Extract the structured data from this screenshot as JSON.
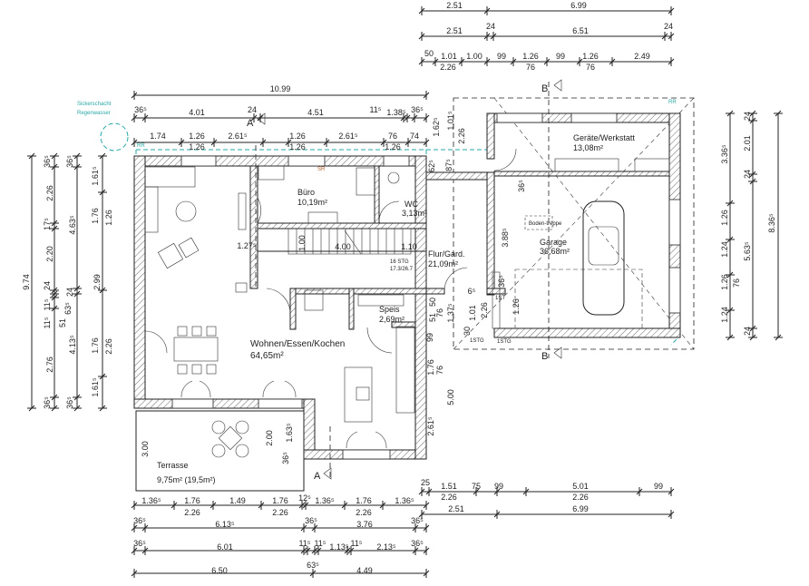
{
  "title": "Grundriss Erdgeschoss",
  "colors": {
    "lines": "#222222",
    "drainage": "#2aa7a7",
    "hatch": "#444444"
  },
  "rooms": {
    "buero": {
      "name": "Büro",
      "area": "10,19m²"
    },
    "wc": {
      "name": "WC",
      "area": "3,13m²"
    },
    "flur": {
      "name": "Flur/Gard.",
      "area": "21,09m²"
    },
    "speis": {
      "name": "Speis",
      "area": "2,69m²"
    },
    "wohnen": {
      "name": "Wohnen/Essen/Kochen",
      "area": "64,65m²"
    },
    "terrasse": {
      "name": "Terrasse",
      "area": "9,75m² (19,5m²)"
    },
    "werkstatt": {
      "name": "Geräte/Werkstatt",
      "area": "13,08m²"
    },
    "garage": {
      "name": "Garage",
      "area": "36,68m²"
    }
  },
  "annotations": {
    "sickerschacht": "Sickerschacht",
    "regenwasser": "Regenwasser",
    "stairs_count": "16 STG",
    "stairs_ratio": "17.3/26.7",
    "bodentreppe": "Boden-treppe",
    "section_a": "A",
    "section_b": "B",
    "rr": "RR",
    "sr": "SR",
    "step1": "1STG",
    "step2": "1STG",
    "step3": "1ST"
  },
  "dims_top_right": {
    "row1": [
      "2.51",
      "6.99"
    ],
    "row2": [
      "2.51",
      "24",
      "6.51",
      "24"
    ],
    "row3": [
      "50",
      "1.01",
      "1.00",
      "99",
      "1.26",
      "99",
      "1.26",
      "2.49"
    ],
    "row3_sub": [
      "2.26",
      "76",
      "76"
    ]
  },
  "dims_top_left": {
    "total": "10.99",
    "row2": [
      "36⁵",
      "4.01",
      "24",
      "4.51",
      "11⁵",
      "1.38⁵",
      "36⁵"
    ],
    "row3": [
      "1.74",
      "1.26",
      "2.61⁵",
      "1.26",
      "2.61⁵",
      "76",
      "74"
    ],
    "row3_sub": [
      "1.26",
      "1.26",
      "1.26"
    ]
  },
  "dims_left": {
    "total": "9.74",
    "col2": [
      "36⁵",
      "2.26",
      "17⁵",
      "2.20",
      "24",
      "11⁵",
      "11⁵",
      "51",
      "2.76",
      "36⁵"
    ],
    "col3": [
      "36⁵",
      "4.63⁵",
      "24",
      "63⁵",
      "4.13⁵",
      "36⁵"
    ],
    "col4": [
      "1.61⁵",
      "1.76",
      "2.99",
      "1.76",
      "1.61⁵"
    ],
    "col4_sub": [
      "1.26",
      "2.26"
    ]
  },
  "dims_right": {
    "col1": [
      "3.36⁵",
      "1.26",
      "1.24",
      "1.26",
      "1.24"
    ],
    "col2": [
      "24",
      "2.01",
      "24",
      "5.63⁵",
      "76",
      "24"
    ],
    "total": "8.36⁵"
  },
  "dims_bottom_left": {
    "row1": [
      "1.36⁵",
      "1.76",
      "1.49",
      "1.76",
      "12⁵",
      "1.36⁵",
      "1.76",
      "1.36⁵"
    ],
    "row1_sub": [
      "2.26",
      "2.26",
      "2.26"
    ],
    "row2": [
      "36⁵",
      "6.13⁵",
      "36⁵",
      "3.76",
      "36⁵"
    ],
    "row3": [
      "36⁵",
      "6.01",
      "11⁵",
      "11⁵",
      "1.13⁵",
      "11⁵",
      "2.13⁵",
      "36⁵"
    ],
    "row4": [
      "6.50",
      "63⁵",
      "4.49"
    ]
  },
  "dims_bottom_right": {
    "row1": [
      "25",
      "1.51",
      "75",
      "99",
      "5.01",
      "99"
    ],
    "row1_sub": [
      "2.26",
      "2.26"
    ],
    "row2": [
      "2.51",
      "6.99"
    ]
  },
  "dims_interior": {
    "stair_a": "1.27⁵",
    "stair_b": "1.00",
    "stair_c": "4.00",
    "stair_d": "1.10",
    "hall_a": "1.62⁵",
    "hall_b": "2.26",
    "hall_c": "1.01⁵",
    "hall_d": "62⁵",
    "hall_e": "87⁵",
    "hall_f": "3.88⁵",
    "hall_g": "36⁵",
    "hall_h": "36⁵",
    "ent_a": "50",
    "ent_b": "51",
    "ent_c": "76",
    "ent_d": "1.37⁵",
    "ent_e": "1.01",
    "ent_f": "2.26",
    "ent_g": "30",
    "ent_h": "99",
    "ent_i": "1.26",
    "ent_j": "6⁵",
    "kit_a": "1.76",
    "kit_b": "76",
    "kit_c": "5.00",
    "kit_d": "2.61⁵",
    "kit_e": "99",
    "ter_a": "3.00",
    "ter_b": "2.00",
    "ter_c": "1.63⁵",
    "ter_d": "36⁵"
  }
}
